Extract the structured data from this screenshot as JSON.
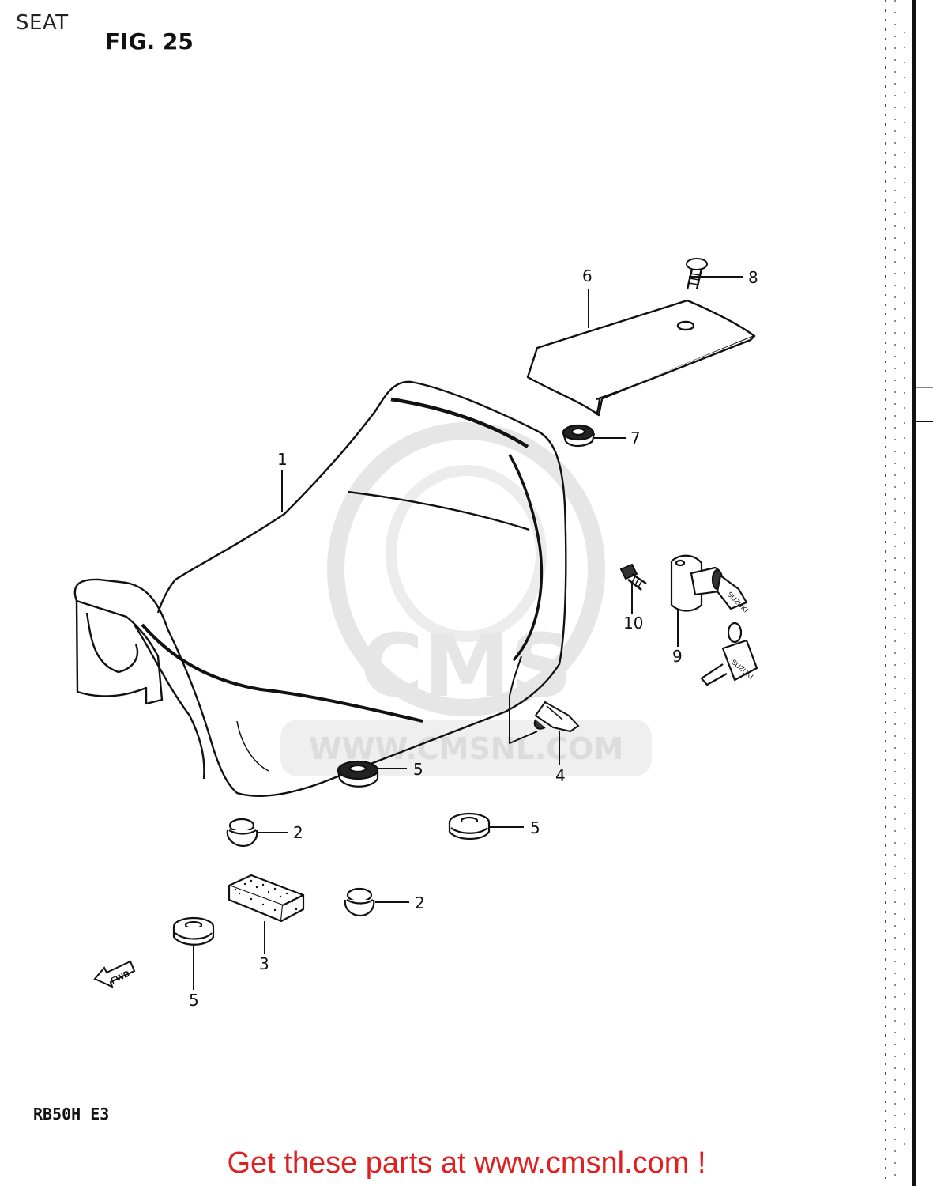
{
  "header": {
    "title": "SEAT",
    "figure": "FIG. 25"
  },
  "model_code": "RB50H E3",
  "watermark": {
    "logo": "CMS",
    "url": "WWW.CMSNL.COM"
  },
  "fwd_label": "FWD",
  "callouts": [
    {
      "id": "c1",
      "label": "1"
    },
    {
      "id": "c2a",
      "label": "2"
    },
    {
      "id": "c2b",
      "label": "2"
    },
    {
      "id": "c3",
      "label": "3"
    },
    {
      "id": "c4",
      "label": "4"
    },
    {
      "id": "c5a",
      "label": "5"
    },
    {
      "id": "c5b",
      "label": "5"
    },
    {
      "id": "c5c",
      "label": "5"
    },
    {
      "id": "c6",
      "label": "6"
    },
    {
      "id": "c7",
      "label": "7"
    },
    {
      "id": "c8",
      "label": "8"
    },
    {
      "id": "c9",
      "label": "9"
    },
    {
      "id": "c10",
      "label": "10"
    }
  ],
  "footer": {
    "text": "Get these parts at www.cmsnl.com !"
  },
  "colors": {
    "line": "#111111",
    "watermark": "#e6e6e6",
    "footer": "#e02020"
  }
}
